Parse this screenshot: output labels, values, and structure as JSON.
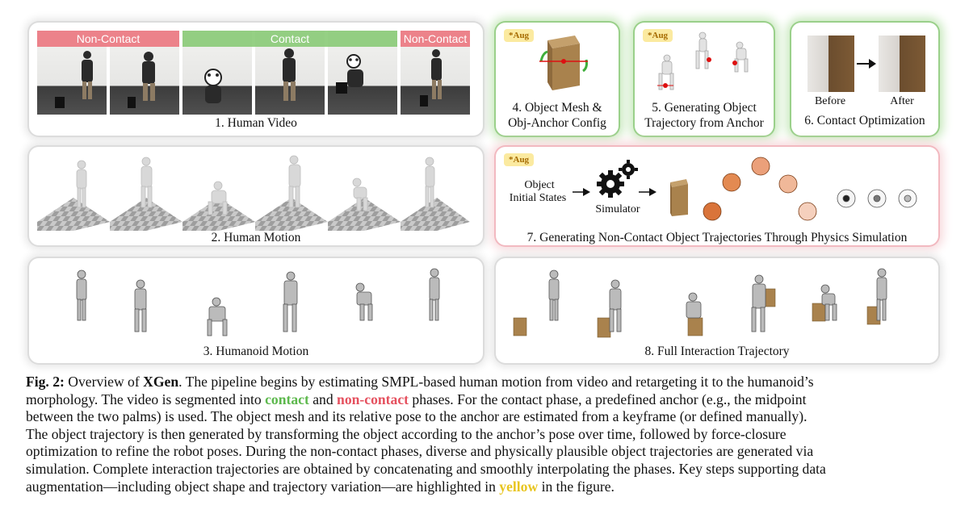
{
  "panels": {
    "p1": {
      "label": "1. Human Video",
      "band_noncontact_left": "Non-Contact",
      "band_contact": "Contact",
      "band_noncontact_right": "Non-Contact"
    },
    "p2": {
      "label": "2. Human Motion"
    },
    "p3": {
      "label": "3. Humanoid Motion"
    },
    "p4": {
      "aug": "*Aug",
      "label_l1": "4. Object Mesh &",
      "label_l2": "Obj-Anchor Config"
    },
    "p5": {
      "aug": "*Aug",
      "label_l1": "5. Generating Object",
      "label_l2": "Trajectory from Anchor"
    },
    "p6": {
      "before": "Before",
      "after": "After",
      "label": "6. Contact Optimization"
    },
    "p7": {
      "aug": "*Aug",
      "input_l1": "Object",
      "input_l2": "Initial States",
      "simulator": "Simulator",
      "label": "7. Generating Non-Contact Object Trajectories Through Physics Simulation"
    },
    "p8": {
      "label": "8. Full Interaction Trajectory"
    }
  },
  "caption": {
    "fig": "Fig. 2:",
    "l1_a": " Overview of ",
    "xgen": "XGen",
    "l1_b": ". The pipeline begins by estimating SMPL-based human motion from video and retargeting it to the humanoid’s",
    "l2_a": "morphology. The video is segmented into ",
    "contact": "contact",
    "l2_and": " and ",
    "noncontact": "non-contact",
    "l2_b": " phases. For the contact phase, a predefined anchor (e.g., the midpoint",
    "l3": "between the two palms) is used. The object mesh and its relative pose to the anchor are estimated from a keyframe (or defined manually).",
    "l4": "The object trajectory is then generated by transforming the object according to the anchor’s pose over time, followed by force-closure",
    "l5": "optimization to refine the robot poses. During the non-contact phases, diverse and physically plausible object trajectories are generated via",
    "l6": "simulation. Complete interaction trajectories are obtained by concatenating and smoothly interpolating the phases. Key steps supporting data",
    "l7": "augmentation—including object shape and trajectory variation—are highlighted in ",
    "yellow": "yellow",
    "l7_end": " in the figure."
  },
  "colors": {
    "contact": "#5cb84c",
    "noncontact": "#e5505e",
    "highlight": "#e8c520",
    "aug_bg": "#fbeaa0"
  }
}
